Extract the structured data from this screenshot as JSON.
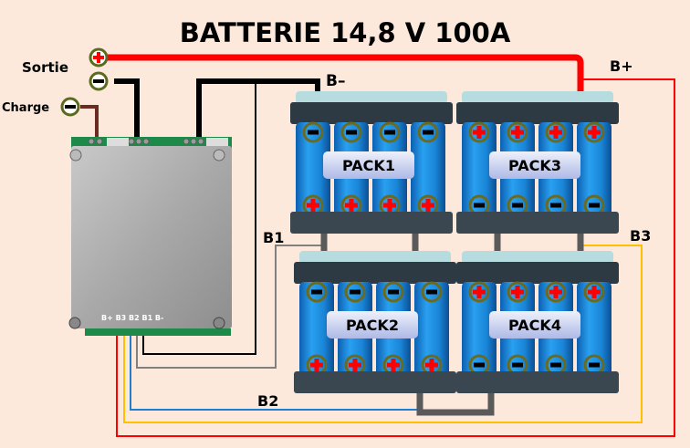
{
  "title": "BATTERIE 14,8 V 100A",
  "terminals": {
    "sortie_label": "Sortie",
    "charge_label": "Charge",
    "sortie_plus": "+",
    "sortie_minus": "−",
    "charge_minus": "−"
  },
  "wire_labels": {
    "b_minus": "B–",
    "b_plus": "B+",
    "b1": "B1",
    "b2": "B2",
    "b3": "B3"
  },
  "bms": {
    "connector_label": "B+ B3 B2 B1 B-"
  },
  "packs": [
    {
      "name": "PACK1",
      "top_polarity": "-",
      "bottom_polarity": "+",
      "cells": 4
    },
    {
      "name": "PACK2",
      "top_polarity": "-",
      "bottom_polarity": "+",
      "cells": 4
    },
    {
      "name": "PACK3",
      "top_polarity": "+",
      "bottom_polarity": "-",
      "cells": 4
    },
    {
      "name": "PACK4",
      "top_polarity": "+",
      "bottom_polarity": "-",
      "cells": 4
    }
  ],
  "colors": {
    "background": "#fde9dc",
    "wire_main_positive": "#ff0000",
    "wire_negative": "#000000",
    "wire_charge": "#6b2a22",
    "wire_b1": "#808080",
    "wire_b2": "#1e7fd0",
    "wire_b3": "#ffc000",
    "wire_bplus": "#ff0000",
    "cell_blue": "#1f8fe0",
    "terminal_ring": "#6b6b1f",
    "plus_red": "#ff0000"
  }
}
